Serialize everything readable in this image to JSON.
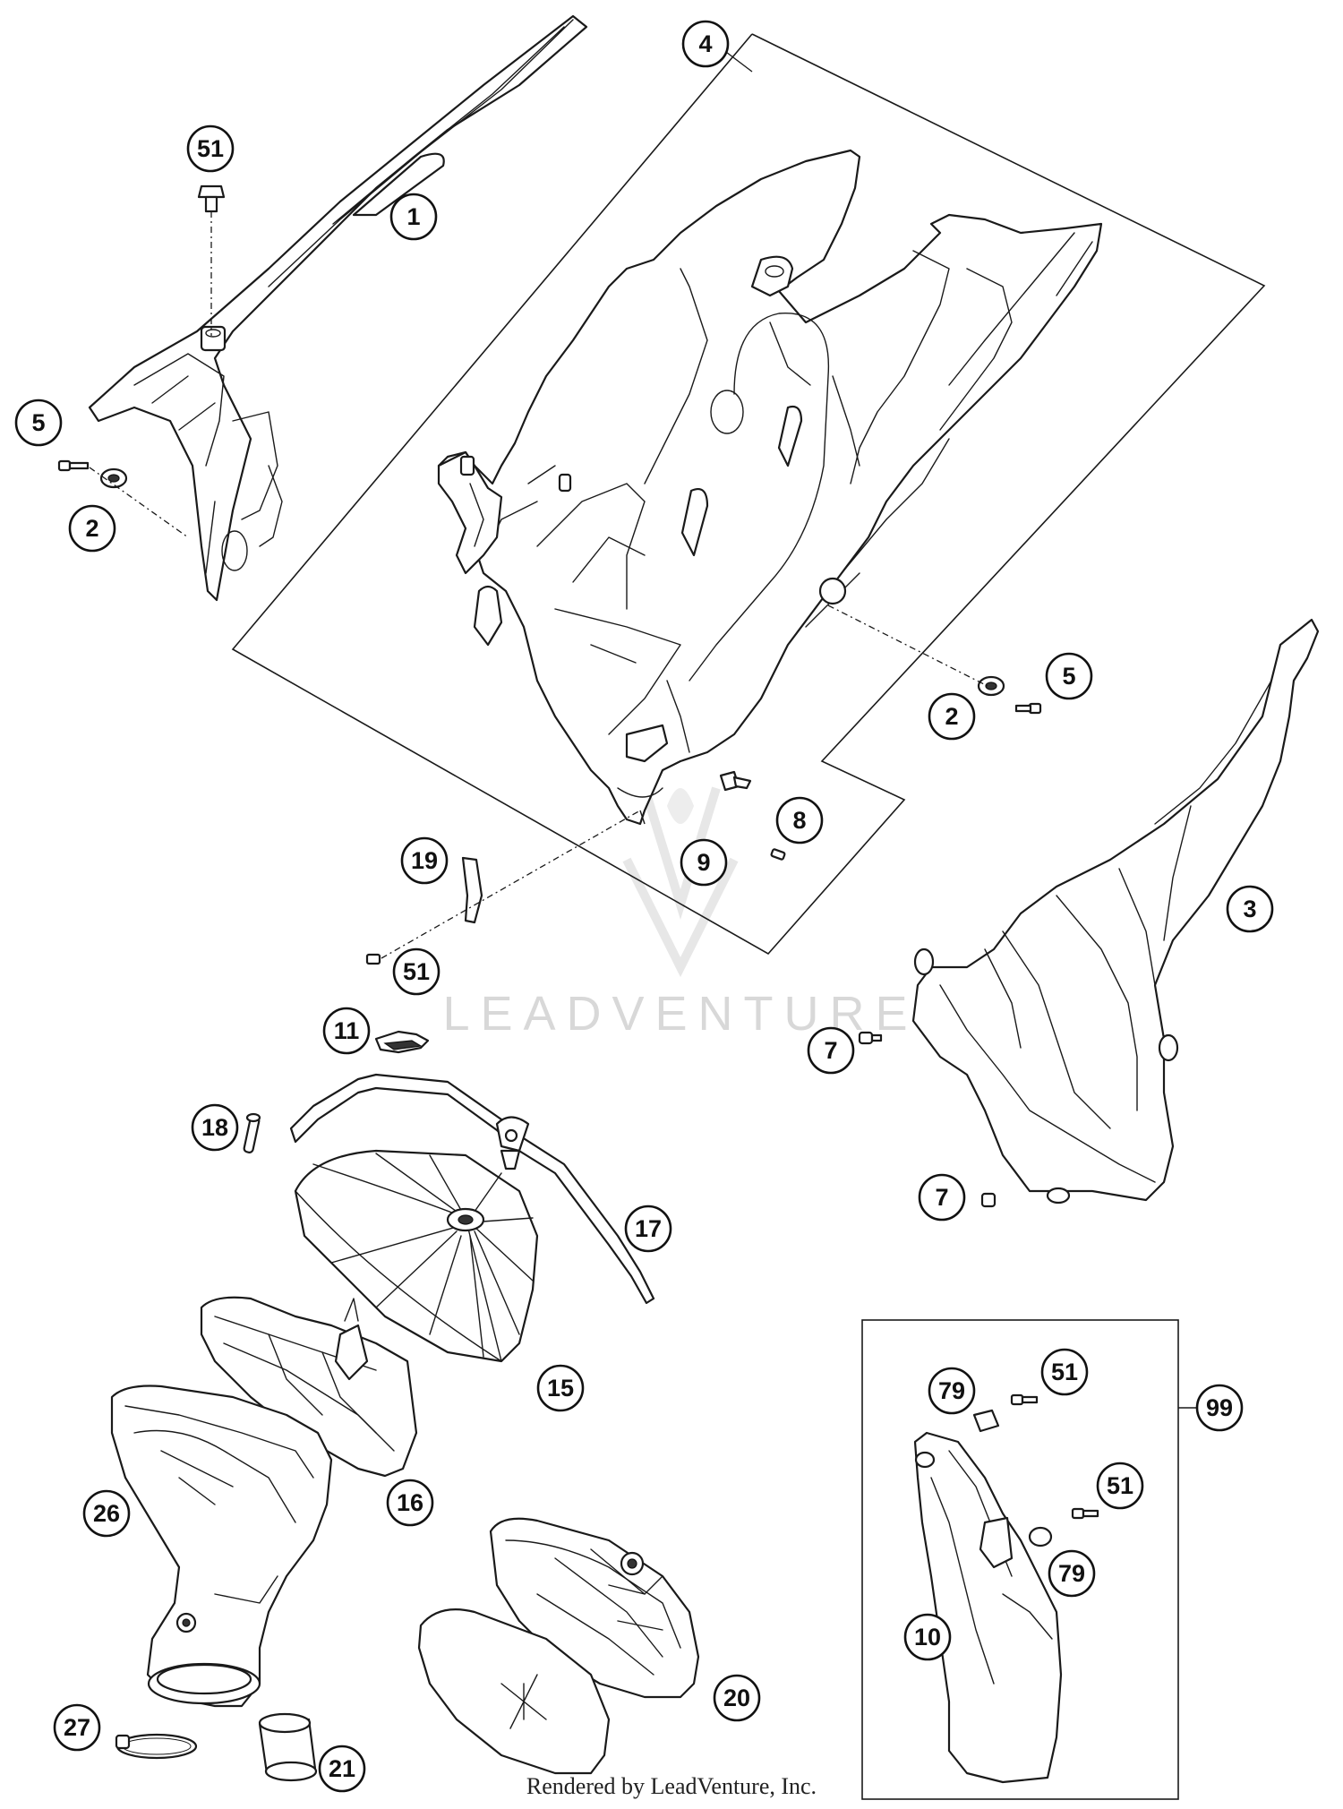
{
  "diagram": {
    "watermark": "LEADVENTURE",
    "footer": "Rendered by LeadVenture, Inc.",
    "callouts": [
      {
        "id": "c1",
        "label": "1"
      },
      {
        "id": "c2a",
        "label": "2"
      },
      {
        "id": "c2b",
        "label": "2"
      },
      {
        "id": "c3",
        "label": "3"
      },
      {
        "id": "c4",
        "label": "4"
      },
      {
        "id": "c5a",
        "label": "5"
      },
      {
        "id": "c5b",
        "label": "5"
      },
      {
        "id": "c7a",
        "label": "7"
      },
      {
        "id": "c7b",
        "label": "7"
      },
      {
        "id": "c8",
        "label": "8"
      },
      {
        "id": "c9",
        "label": "9"
      },
      {
        "id": "c10",
        "label": "10"
      },
      {
        "id": "c11",
        "label": "11"
      },
      {
        "id": "c15",
        "label": "15"
      },
      {
        "id": "c16",
        "label": "16"
      },
      {
        "id": "c17",
        "label": "17"
      },
      {
        "id": "c18",
        "label": "18"
      },
      {
        "id": "c19",
        "label": "19"
      },
      {
        "id": "c20",
        "label": "20"
      },
      {
        "id": "c21",
        "label": "21"
      },
      {
        "id": "c26",
        "label": "26"
      },
      {
        "id": "c27",
        "label": "27"
      },
      {
        "id": "c51a",
        "label": "51"
      },
      {
        "id": "c51b",
        "label": "51"
      },
      {
        "id": "c51c",
        "label": "51"
      },
      {
        "id": "c51d",
        "label": "51"
      },
      {
        "id": "c79a",
        "label": "79"
      },
      {
        "id": "c79b",
        "label": "79"
      },
      {
        "id": "c99",
        "label": "99"
      }
    ]
  }
}
